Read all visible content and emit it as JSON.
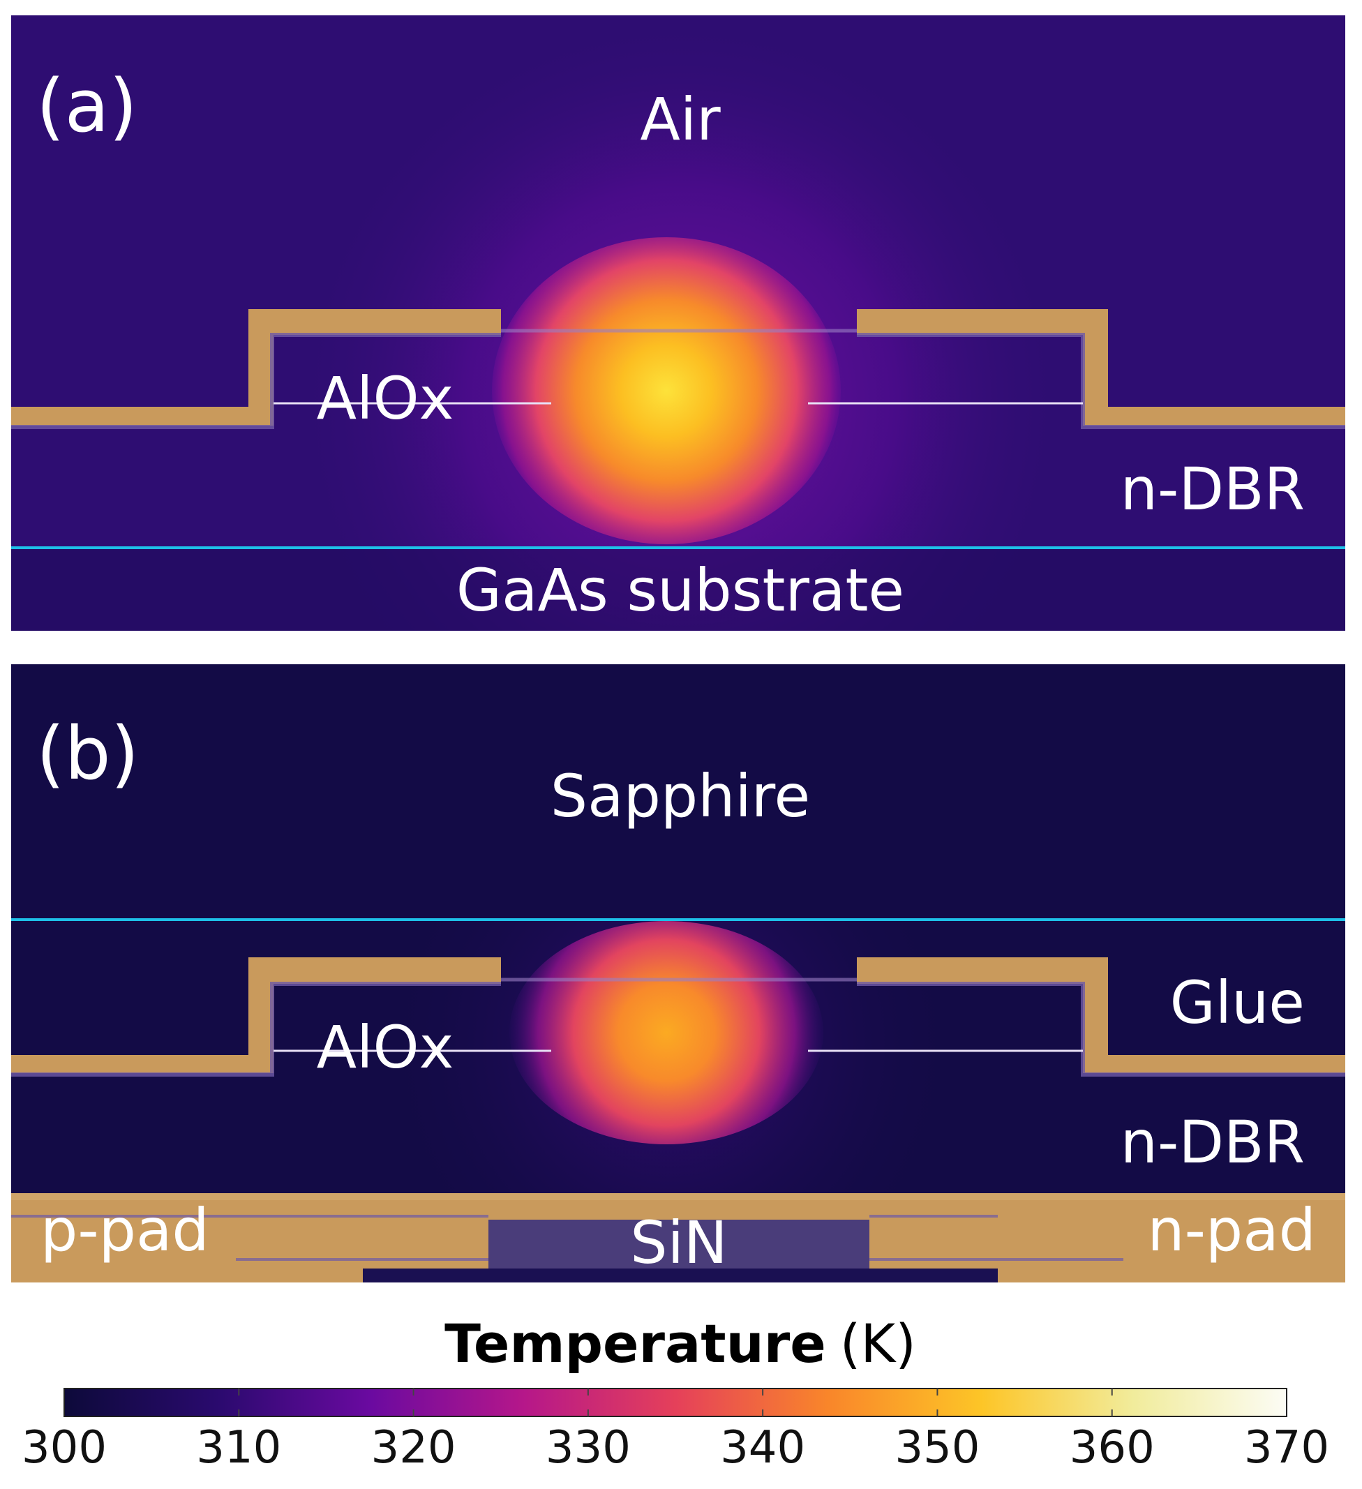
{
  "panels": {
    "a": {
      "tag": "(a)",
      "labels": {
        "air": "Air",
        "aliox": "AlOx",
        "ndbr": "n-DBR",
        "substrate": "GaAs substrate"
      }
    },
    "b": {
      "tag": "(b)",
      "labels": {
        "sapphire": "Sapphire",
        "glue": "Glue",
        "aliox": "AlOx",
        "ndbr": "n-DBR",
        "ppad": "p-pad",
        "sin": "SiN",
        "npad": "n-pad"
      }
    }
  },
  "colorbar": {
    "title_bold": "Temperature",
    "title_unit": "(K)",
    "min": 300,
    "max": 370,
    "ticks": [
      "300",
      "310",
      "320",
      "330",
      "340",
      "350",
      "360",
      "370"
    ],
    "colormap": [
      "#0d0a3a",
      "#2a0a6e",
      "#6a0aa0",
      "#b5178a",
      "#e5405a",
      "#f9862a",
      "#fdc527",
      "#f1ec9c",
      "#fcfcf5"
    ]
  },
  "colors": {
    "metal": "#c99a5c",
    "background_a": "#2e0d72",
    "background_b": "#130b46",
    "interface_line": "#1ec0e8",
    "sin": "#4a3d7a"
  }
}
